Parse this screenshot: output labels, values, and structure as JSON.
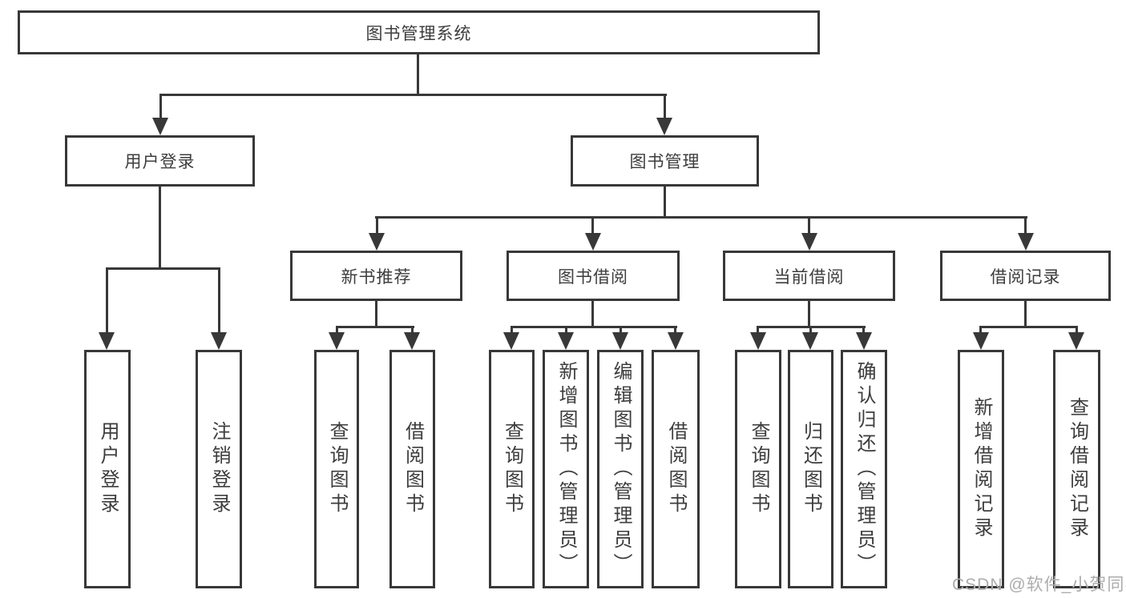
{
  "tree": {
    "root": {
      "label": "图书管理系统",
      "children": [
        {
          "label": "用户登录",
          "children": [
            {
              "label": "用户登录"
            },
            {
              "label": "注销登录"
            }
          ]
        },
        {
          "label": "图书管理",
          "children": [
            {
              "label": "新书推荐",
              "children": [
                {
                  "label": "查询图书"
                },
                {
                  "label": "借阅图书"
                }
              ]
            },
            {
              "label": "图书借阅",
              "children": [
                {
                  "label": "查询图书"
                },
                {
                  "label": "新增图书（管理员）"
                },
                {
                  "label": "编辑图书（管理员）"
                },
                {
                  "label": "借阅图书"
                }
              ]
            },
            {
              "label": "当前借阅",
              "children": [
                {
                  "label": "查询图书"
                },
                {
                  "label": "归还图书"
                },
                {
                  "label": "确认归还（管理员）"
                }
              ]
            },
            {
              "label": "借阅记录",
              "children": [
                {
                  "label": "新增借阅记录"
                },
                {
                  "label": "查询借阅记录"
                }
              ]
            }
          ]
        }
      ]
    }
  },
  "watermark": "CSDN @软件_小贺同学",
  "colors": {
    "line": "#383838",
    "text": "#3d3d3d",
    "watermark": "#aeacac",
    "bg": "#ffffff"
  }
}
